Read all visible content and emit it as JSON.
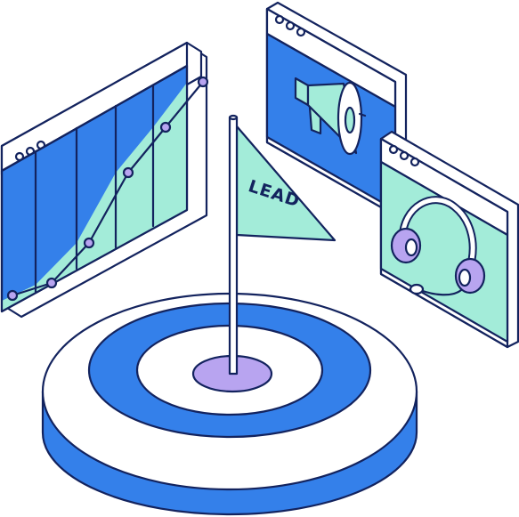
{
  "flag": {
    "label": "LEAD"
  },
  "colors": {
    "outline": "#13235e",
    "blue": "#3480ea",
    "mint": "#a3ecd9",
    "lavender": "#b8a4f0",
    "white": "#ffffff"
  },
  "chart_panel": {
    "series_points": [
      0.1,
      0.18,
      0.4,
      0.62,
      0.8,
      0.95
    ]
  }
}
